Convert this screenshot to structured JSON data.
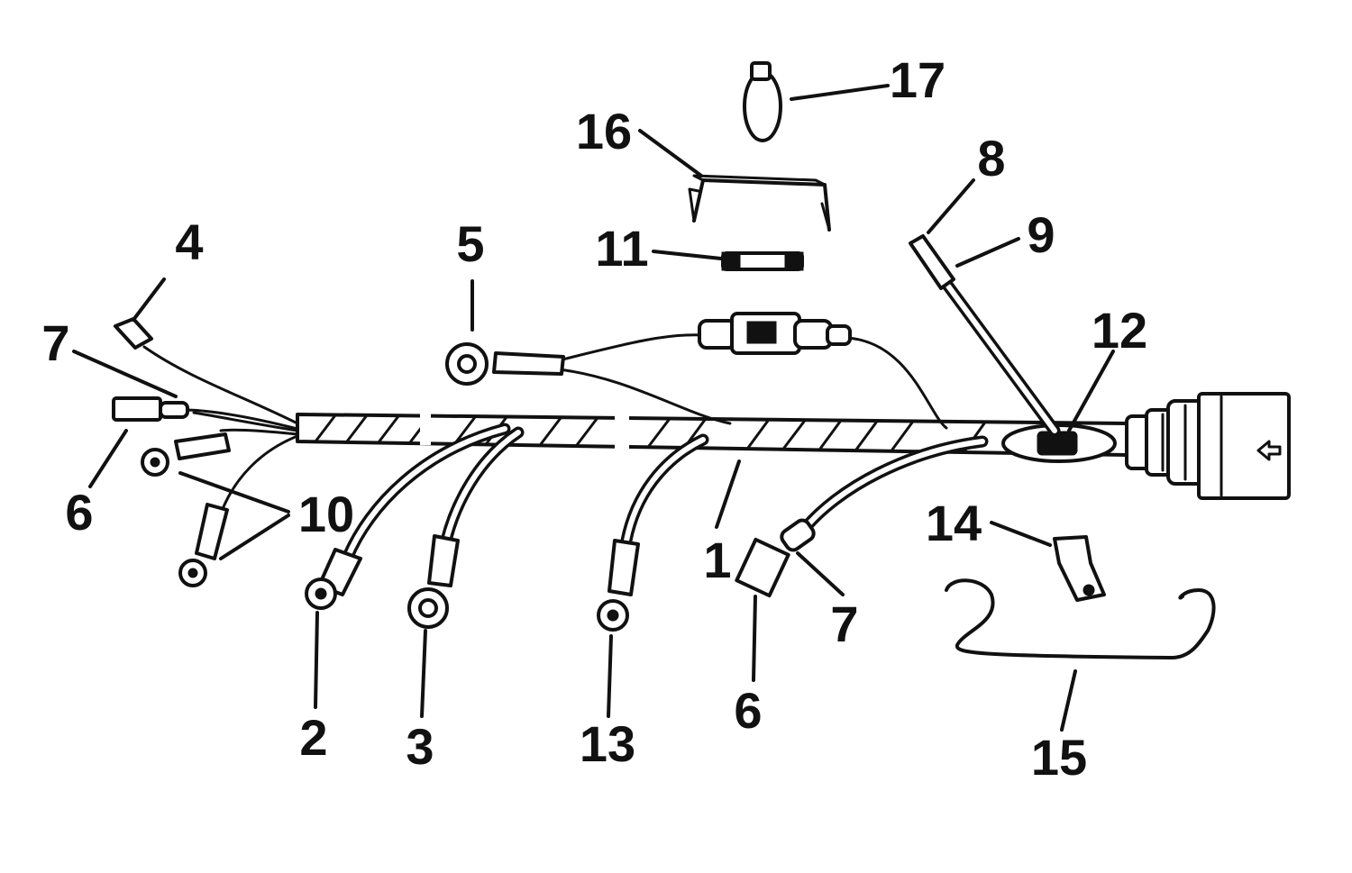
{
  "diagram": {
    "callouts": [
      "1",
      "2",
      "3",
      "4",
      "5",
      "6",
      "6",
      "7",
      "7",
      "8",
      "9",
      "10",
      "11",
      "12",
      "13",
      "14",
      "15",
      "16",
      "17"
    ],
    "colors": {
      "ink": "#111111",
      "background": "#ffffff"
    }
  }
}
